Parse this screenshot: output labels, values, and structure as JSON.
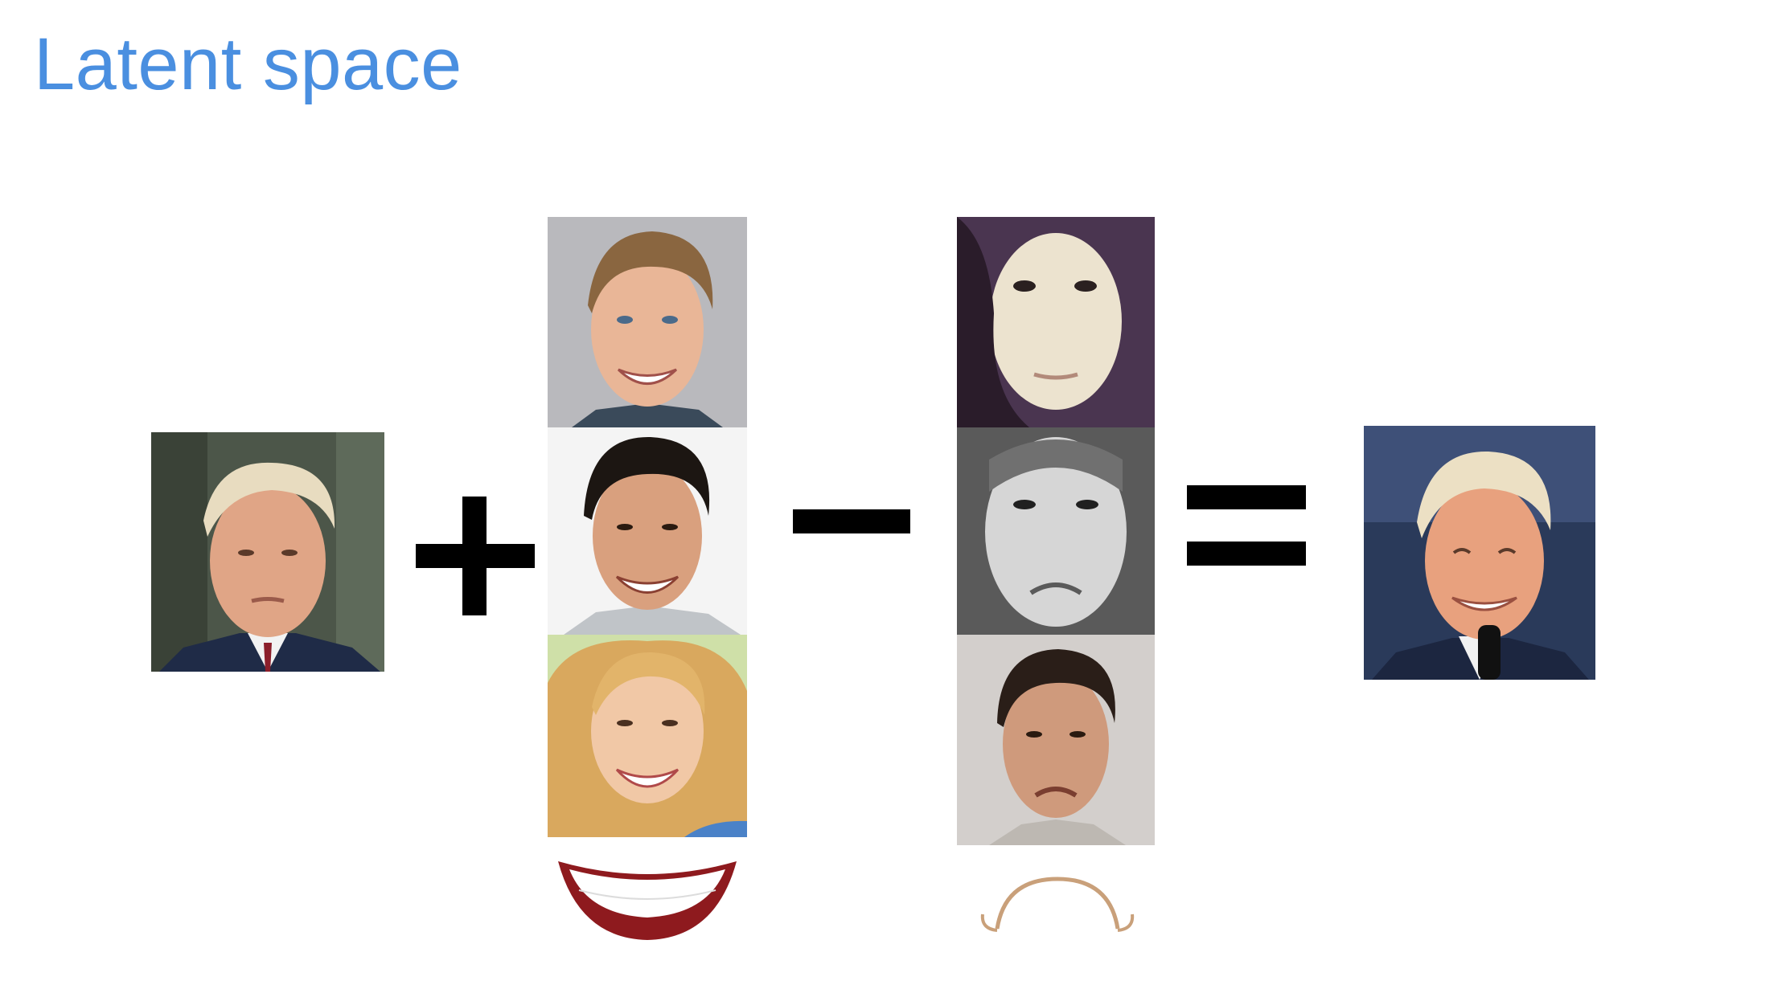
{
  "slide": {
    "title": "Latent space"
  },
  "equation": {
    "operators": [
      "+",
      "−",
      "="
    ],
    "input_face": "neutral-man-face",
    "plus_faces": [
      "smiling-man-face-1",
      "smiling-man-face-2",
      "smiling-woman-face"
    ],
    "minus_faces": [
      "neutral-woman-face",
      "frowning-girl-face",
      "sad-man-face"
    ],
    "result_face": "smiling-man-face-result",
    "plus_symbol": "smile-lips-icon",
    "minus_symbol": "frown-curve-icon"
  },
  "colors": {
    "title": "#4a8fe0",
    "operator": "#000000",
    "background": "#ffffff"
  }
}
